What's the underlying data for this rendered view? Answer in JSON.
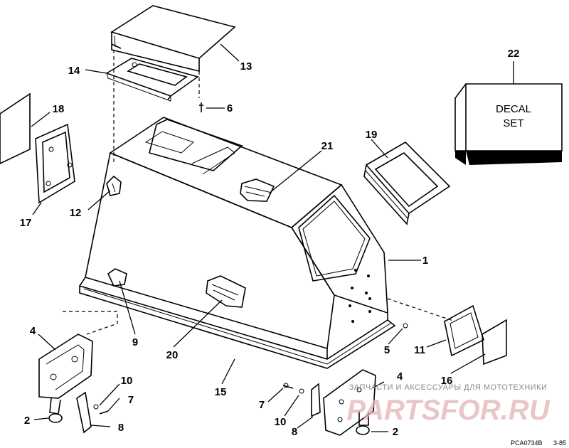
{
  "decal_box": {
    "line1": "DECAL",
    "line2": "SET"
  },
  "watermark": {
    "tagline": "ЗАПЧАСТИ И АКСЕССУАРЫ ДЛЯ МОТОТЕХНИКИ",
    "logo": "PARTSFOR.RU"
  },
  "drawing_code": "PCA0734B",
  "drawing_code_suffix": "3-85",
  "callouts": [
    {
      "id": "c22",
      "text": "22"
    },
    {
      "id": "c13",
      "text": "13"
    },
    {
      "id": "c14",
      "text": "14"
    },
    {
      "id": "c6",
      "text": "6"
    },
    {
      "id": "c18",
      "text": "18"
    },
    {
      "id": "c17",
      "text": "17"
    },
    {
      "id": "c21",
      "text": "21"
    },
    {
      "id": "c19",
      "text": "19"
    },
    {
      "id": "c12",
      "text": "12"
    },
    {
      "id": "c1",
      "text": "1"
    },
    {
      "id": "c9",
      "text": "9"
    },
    {
      "id": "c20",
      "text": "20"
    },
    {
      "id": "c4a",
      "text": "4"
    },
    {
      "id": "c4b",
      "text": "4"
    },
    {
      "id": "c5",
      "text": "5"
    },
    {
      "id": "c11",
      "text": "11"
    },
    {
      "id": "c16",
      "text": "16"
    },
    {
      "id": "c15",
      "text": "15"
    },
    {
      "id": "c10a",
      "text": "10"
    },
    {
      "id": "c10b",
      "text": "10"
    },
    {
      "id": "c7a",
      "text": "7"
    },
    {
      "id": "c7b",
      "text": "7"
    },
    {
      "id": "c2a",
      "text": "2"
    },
    {
      "id": "c2b",
      "text": "2"
    },
    {
      "id": "c8a",
      "text": "8"
    },
    {
      "id": "c8b",
      "text": "8"
    }
  ]
}
